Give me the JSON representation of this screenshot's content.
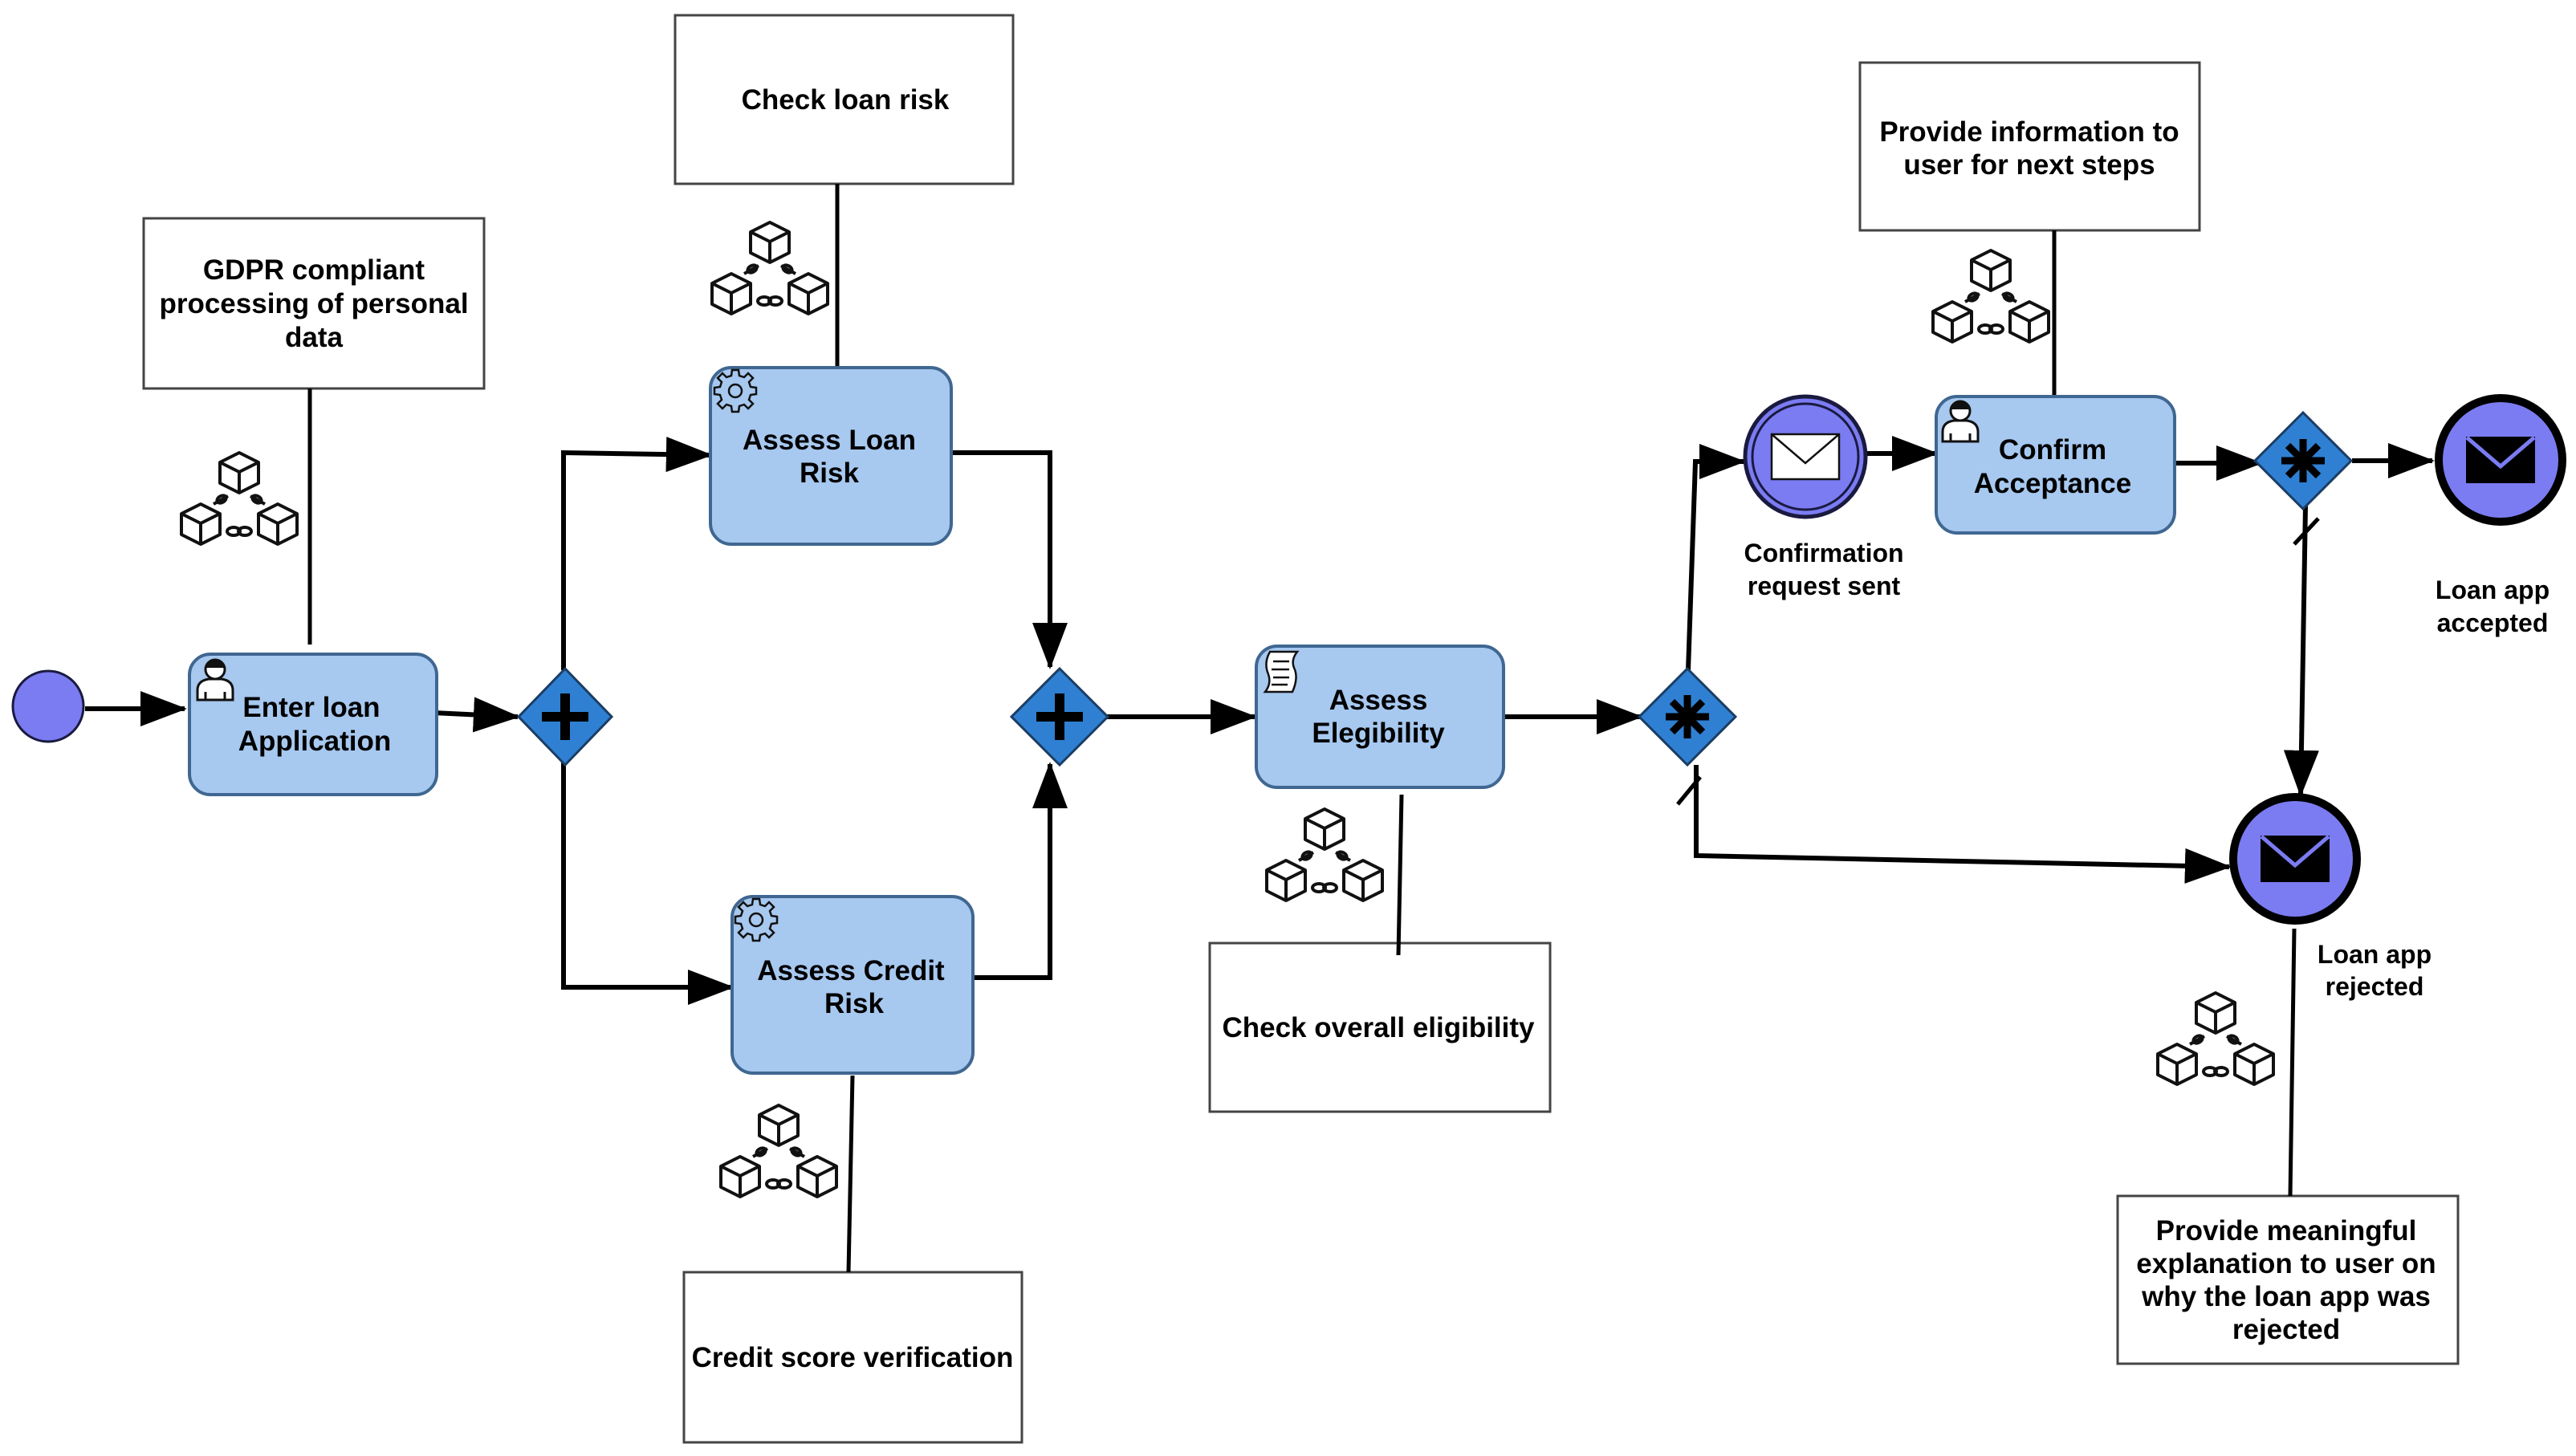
{
  "diagram": {
    "tasks": {
      "enter_loan": [
        "Enter loan",
        "Application"
      ],
      "assess_loan_risk": [
        "Assess Loan",
        "Risk"
      ],
      "assess_credit_risk": [
        "Assess Credit",
        "Risk"
      ],
      "assess_eligibility": [
        "Assess",
        "Elegibility"
      ],
      "confirm_acceptance": [
        "Confirm",
        "Acceptance"
      ]
    },
    "annotations": {
      "gdpr": [
        "GDPR compliant",
        "processing of personal",
        "data"
      ],
      "check_loan_risk": [
        "Check loan risk"
      ],
      "credit_score": [
        "Credit score verification"
      ],
      "overall_eligibility": [
        "Check overall eligibility"
      ],
      "provide_info": [
        "Provide information to",
        "user for next steps"
      ],
      "explanation": [
        "Provide meaningful",
        "explanation to user on",
        "why the loan app was",
        "rejected"
      ]
    },
    "events": {
      "confirmation_sent": [
        "Confirmation",
        "request sent"
      ],
      "loan_accepted": [
        "Loan app",
        "accepted"
      ],
      "loan_rejected": [
        "Loan app",
        "rejected"
      ]
    },
    "colors": {
      "task_fill": "#a7c8ef",
      "task_stroke": "#3f6791",
      "gateway_fill": "#2f80d2",
      "event_fill": "#7b7cf2",
      "event_stroke": "#1a1a40",
      "line": "#000000"
    },
    "icons": {
      "user_task": "user-icon",
      "service_task": "gear-icon",
      "script_task": "script-icon",
      "message_event": "envelope-icon",
      "parallel_gateway": "plus-gateway",
      "complex_gateway": "asterisk-gateway",
      "blockchain": "blockchain-icon"
    }
  }
}
